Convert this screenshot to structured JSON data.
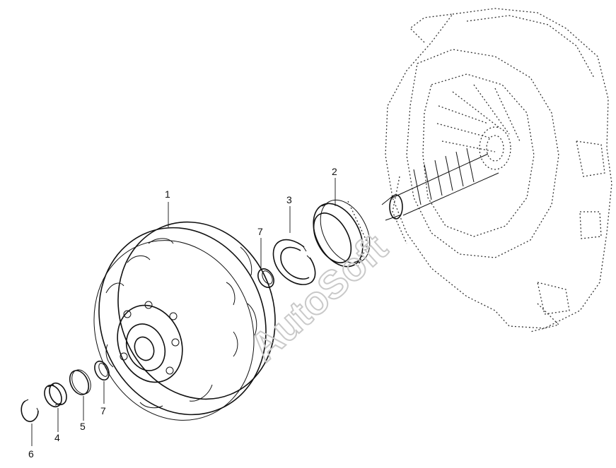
{
  "callouts": {
    "c1": "1",
    "c2": "2",
    "c3": "3",
    "c4": "4",
    "c5": "5",
    "c6": "6",
    "c7a": "7",
    "c7b": "7"
  },
  "watermark": "AutoSoft",
  "colors": {
    "line": "#111111",
    "watermark": "#c9c9c9",
    "background": "#ffffff"
  }
}
